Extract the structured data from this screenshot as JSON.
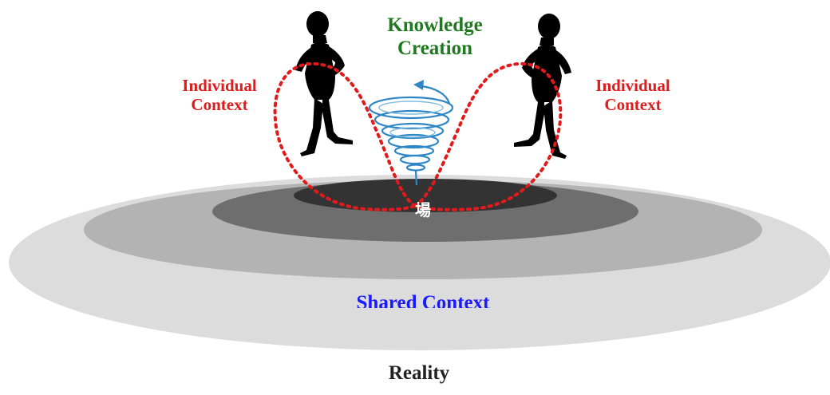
{
  "labels": {
    "knowledge_creation_line1": "Knowledge",
    "knowledge_creation_line2": "Creation",
    "individual_context_left_line1": "Individual",
    "individual_context_left_line2": "Context",
    "individual_context_right_line1": "Individual",
    "individual_context_right_line2": "Context",
    "ba": "場",
    "shared_context": "Shared Context",
    "reality": "Reality"
  },
  "colors": {
    "knowledge_creation": "#1f7a1f",
    "individual_context": "#e11b1b",
    "shared_context": "#1a1aff",
    "reality": "#222222",
    "ring_outer": "#dcdcdc",
    "ring_second": "#b3b3b3",
    "ring_third": "#6e6e6e",
    "ring_core": "#333333",
    "spiral": "#2f86c4",
    "figure": "#000000"
  },
  "icons": {
    "left_figure": "person-silhouette-icon",
    "right_figure": "person-silhouette-icon",
    "spiral": "spiral-arrow-icon"
  }
}
